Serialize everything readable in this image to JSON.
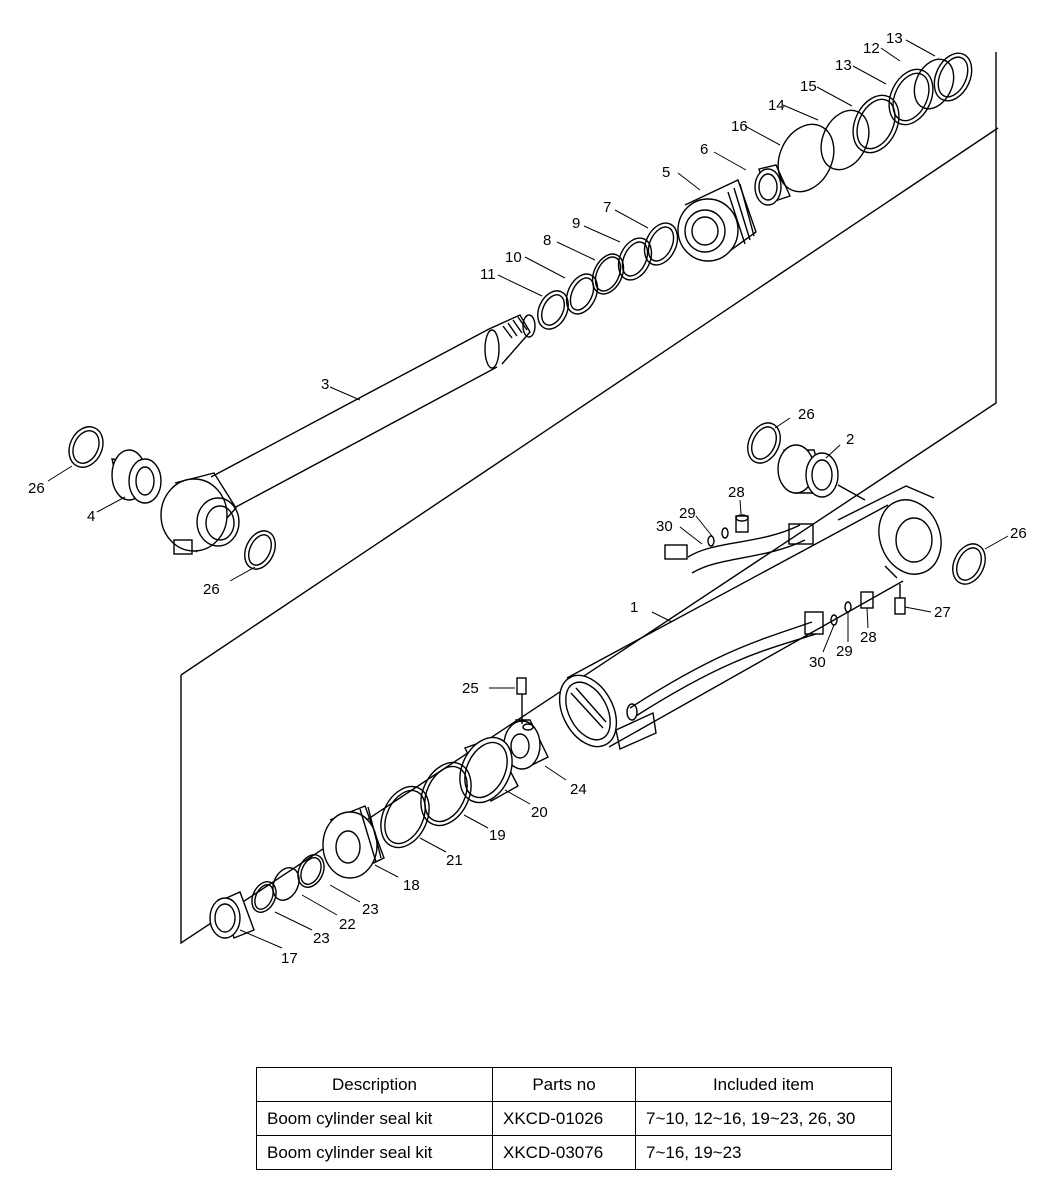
{
  "diagram": {
    "callouts": [
      {
        "id": "c1",
        "text": "1"
      },
      {
        "id": "c2",
        "text": "2"
      },
      {
        "id": "c3",
        "text": "3"
      },
      {
        "id": "c4",
        "text": "4"
      },
      {
        "id": "c5",
        "text": "5"
      },
      {
        "id": "c6",
        "text": "6"
      },
      {
        "id": "c7",
        "text": "7"
      },
      {
        "id": "c8",
        "text": "8"
      },
      {
        "id": "c9",
        "text": "9"
      },
      {
        "id": "c10",
        "text": "10"
      },
      {
        "id": "c11",
        "text": "11"
      },
      {
        "id": "c12",
        "text": "12"
      },
      {
        "id": "c13a",
        "text": "13"
      },
      {
        "id": "c13b",
        "text": "13"
      },
      {
        "id": "c14",
        "text": "14"
      },
      {
        "id": "c15",
        "text": "15"
      },
      {
        "id": "c16",
        "text": "16"
      },
      {
        "id": "c17",
        "text": "17"
      },
      {
        "id": "c18",
        "text": "18"
      },
      {
        "id": "c19",
        "text": "19"
      },
      {
        "id": "c20",
        "text": "20"
      },
      {
        "id": "c21",
        "text": "21"
      },
      {
        "id": "c22",
        "text": "22"
      },
      {
        "id": "c23a",
        "text": "23"
      },
      {
        "id": "c23b",
        "text": "23"
      },
      {
        "id": "c24",
        "text": "24"
      },
      {
        "id": "c25",
        "text": "25"
      },
      {
        "id": "c26a",
        "text": "26"
      },
      {
        "id": "c26b",
        "text": "26"
      },
      {
        "id": "c26c",
        "text": "26"
      },
      {
        "id": "c26d",
        "text": "26"
      },
      {
        "id": "c27",
        "text": "27"
      },
      {
        "id": "c28a",
        "text": "28"
      },
      {
        "id": "c28b",
        "text": "28"
      },
      {
        "id": "c29a",
        "text": "29"
      },
      {
        "id": "c29b",
        "text": "29"
      },
      {
        "id": "c30a",
        "text": "30"
      },
      {
        "id": "c30b",
        "text": "30"
      }
    ]
  },
  "table": {
    "headers": [
      "Description",
      "Parts no",
      "Included item"
    ],
    "rows": [
      [
        "Boom cylinder seal kit",
        "XKCD-01026",
        "7~10, 12~16, 19~23, 26, 30"
      ],
      [
        "Boom cylinder seal kit",
        "XKCD-03076",
        "7~16, 19~23"
      ]
    ]
  }
}
